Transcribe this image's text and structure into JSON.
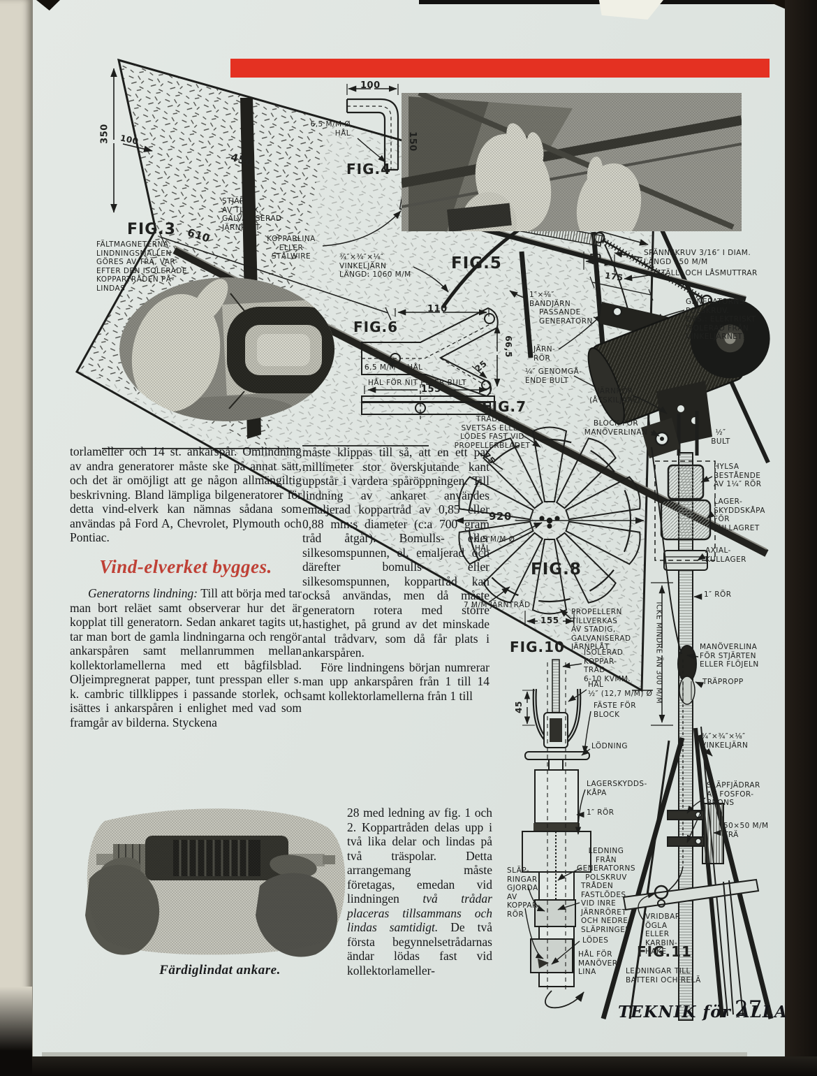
{
  "colors": {
    "accent_red": "#e43122",
    "heading_red": "#bf4136",
    "paper": "#dfe5e1",
    "ink": "#1d1e1c"
  },
  "footer": {
    "magazine": "TEKNIK för ALLA",
    "page_number": "27"
  },
  "article": {
    "col1": {
      "p1": "torlameller och 14 st. ankarspår. Omlindning av andra generatorer måste ske på annat sätt, och det är omöjligt att ge någon allmängiltig beskrivning. Bland lämpliga bilgeneratorer för detta vind-elverk kan nämnas sådana som användas på Ford A, Chevrolet, Plymouth och Pontiac.",
      "heading": "Vind-elverket bygges.",
      "p2_lead": "Generatorns lindning:",
      "p2_rest": " Till att börja med tar man bort reläet samt observerar hur det är kopplat till generatorn. Sedan ankaret tagits ut, tar man bort de gamla lindningarna och rengör ankarspåren samt mellanrummen mellan kollektorlamellerna med ett bågfilsblad. Oljeimpregnerat papper, tunt presspan eller s. k. cambric tillklippes i passande storlek, och isättes i ankarspåren i enlighet med vad som framgår av bilderna. Styckena",
      "photo_caption": "Färdiglindat ankare."
    },
    "col2": {
      "p1": "måste klippas till så, att en ett par millimeter stor överskjutande kant uppstår i vardera spåröppningen. Till lindning av ankaret användes emaljerad koppartråd av 0,85 eller 0,88 mm:s diameter (c:a 700 gram tråd åtgår). Bomulls- eller silkesomspunnen, el. emaljerad och därefter bomulls- eller silkesomspunnen, koppartråd kan också användas, men då måste generatorn rotera med större hastighet, på grund av det minskade antal trådvarv, som då får plats i ankarspåren.",
      "p2a": "Före lindningens början numrerar man upp ankarspåren från 1 till 14 samt kollektorlamellerna från 1 till",
      "p2b_pre": "28 med ledning av fig. 1 och 2. Koppartråden delas upp i två lika delar och lindas på två träspolar. Detta arrangemang måste företagas, emedan vid lindningen ",
      "p2b_italic": "två trådar placeras tillsammans och lindas samtidigt.",
      "p2b_post": " De två första begynnelsetrådarnas ändar lödas fast vid kollektorlameller-"
    }
  },
  "diagram": {
    "labels": {
      "dim350": "350",
      "dim100tail": "100",
      "dim450": "450",
      "tailNote": "STJÄRT\nAV TJOCK,\nGALVANISERAD\nJÄRNPLÅT",
      "fig3": "FIG.3",
      "dim610": "610",
      "faltmagneterna": "FÄLTMAGNETERNA:\nLINDNINGSMALLEN\nGÖRES AV TRÄ, VAR-\nEFTER DEN ISOLERADE\nKOPPARTRÅDEN PÅ-\nLINDAS",
      "kopparlina": "KOPPARLINA\nELLER\nSTÅLWIRE",
      "vinkeljarn1060": "¾″×¾″×⅛″\nVINKELJÄRN\nLÄNGD: 1060 M/M",
      "dim100fig4": "100",
      "halFig4": "6,5 M/M Ø\nHÅL",
      "dim150": "150",
      "fig4": "FIG.4",
      "fig5": "FIG.5",
      "dim50": "50",
      "dim175": "175",
      "bandjarn": "1″×⅛″\nBANDJÄRN",
      "passande": "PASSANDE\nGENERATORN",
      "spannskruv": "SPÄNNSKRUV 3/16″ I DIAM.\nLÄNGD 150 M/M",
      "stallmuttrar": "STÄLL- OCH LÅSMUTTRAR",
      "polskruv": "GENERATORNS\nPOLSKRUV.\nOBS.: ELEKTRISKT\nISOLERAD FRÅN\nVINKELJÄRNET!",
      "jarnror1": "JÄRN-\nRÖR",
      "genomgaende": "¼″ GENOMGÅ-\nENDE BULT",
      "fig6": "FIG.6",
      "dim110": "110",
      "dim66": "66,5",
      "dim25": "25",
      "halFig6": "6,5 M/M Ø HÅL",
      "halNit": "HÅL FÖR NIT ELLER BULT",
      "dim155fig7": "155",
      "fig7": "FIG.7",
      "traden": "TRÅDEN\nSVETSAS ELLER\nLÖDES FAST VID\nPROPELLERBLADET",
      "dim75": "75",
      "dim920": "920",
      "halFig8": "6,5 M/M Ø\nHÅL",
      "fig8": "FIG.8",
      "jarntrad7": "7 M/M JÄRNTRÅD",
      "dim155fig8": "155",
      "propellern": "PROPELLERN\nTILLVERKAS\nAV STADIG,\nGALVANISERAD\nJÄRNPLÅT",
      "jarnrorAtskiljare": "JÄRNRÖR\n(ÅTSKILJARE)",
      "blockManover": "BLOCK FÖR\nMANÖVERLINAN",
      "bult12": "½″\nBULT",
      "hylsa": "HYLSA\nBESTÅENDE\nAV 1¼″ RÖR",
      "lagerskyddskapa1": "LAGER-\nSKYDDSKÅPA\nFÖR\nKULLAGRET",
      "axialkullager": "AXIAL-\nKULLAGER",
      "ror1a": "1″ RÖR",
      "icke300": "ICKE MINDRE ÄN 300 M/M",
      "manoverlina": "MANÖVERLINA\nFÖR STJÄRTEN\nELLER FLÖJELN",
      "trapropp": "TRÄPROPP",
      "vinkeljarnTower": "¾″×¾″×⅛″\nVINKELJÄRN",
      "slapfjadrar": "SLÄPFJÄDRAR\nAV FOSFOR-\nBRONS",
      "tra5050": "50×50 M/M\nTRÄ",
      "fig10": "FIG.10",
      "dim45": "45",
      "isoleradKoppartrad": "ISOLERAD\nKOPPAR-\nTRÅD\n6-10 KVMM.",
      "hal127": "HÅL\n½″ (12,7 M/M) Ø",
      "fasteBlock": "FÄSTE FÖR\nBLOCK",
      "lodning": "LÖDNING",
      "lagerskyddskapa2": "LAGERSKYDDS-\nKÅPA",
      "ror1b": "1″ RÖR",
      "slapringar": "SLÄP-\nRINGAR\nGJORDA\nAV\nKOPPAR-\nRÖR",
      "ledningFran": "LEDNING\nFRÅN\nGENERATORNS\nPOLSKRUV",
      "tradenFastlodes": "TRÅDEN\nFASTLÖDES\nVID INRE\nJÄRNRÖRET\nOCH NEDRE\nSLÄPRINGEN",
      "lodes": "LÖDES",
      "halManoverlina": "HÅL FÖR\nMANÖVER-\nLINA",
      "vridbar": "VRIDBAR\nÖGLA\nELLER\nKARBIN-\nHAKE",
      "fig11": "FIG.11",
      "ledningarBatteri": "LEDNINGAR TILL\nBATTERI OCH RELÄ"
    }
  }
}
